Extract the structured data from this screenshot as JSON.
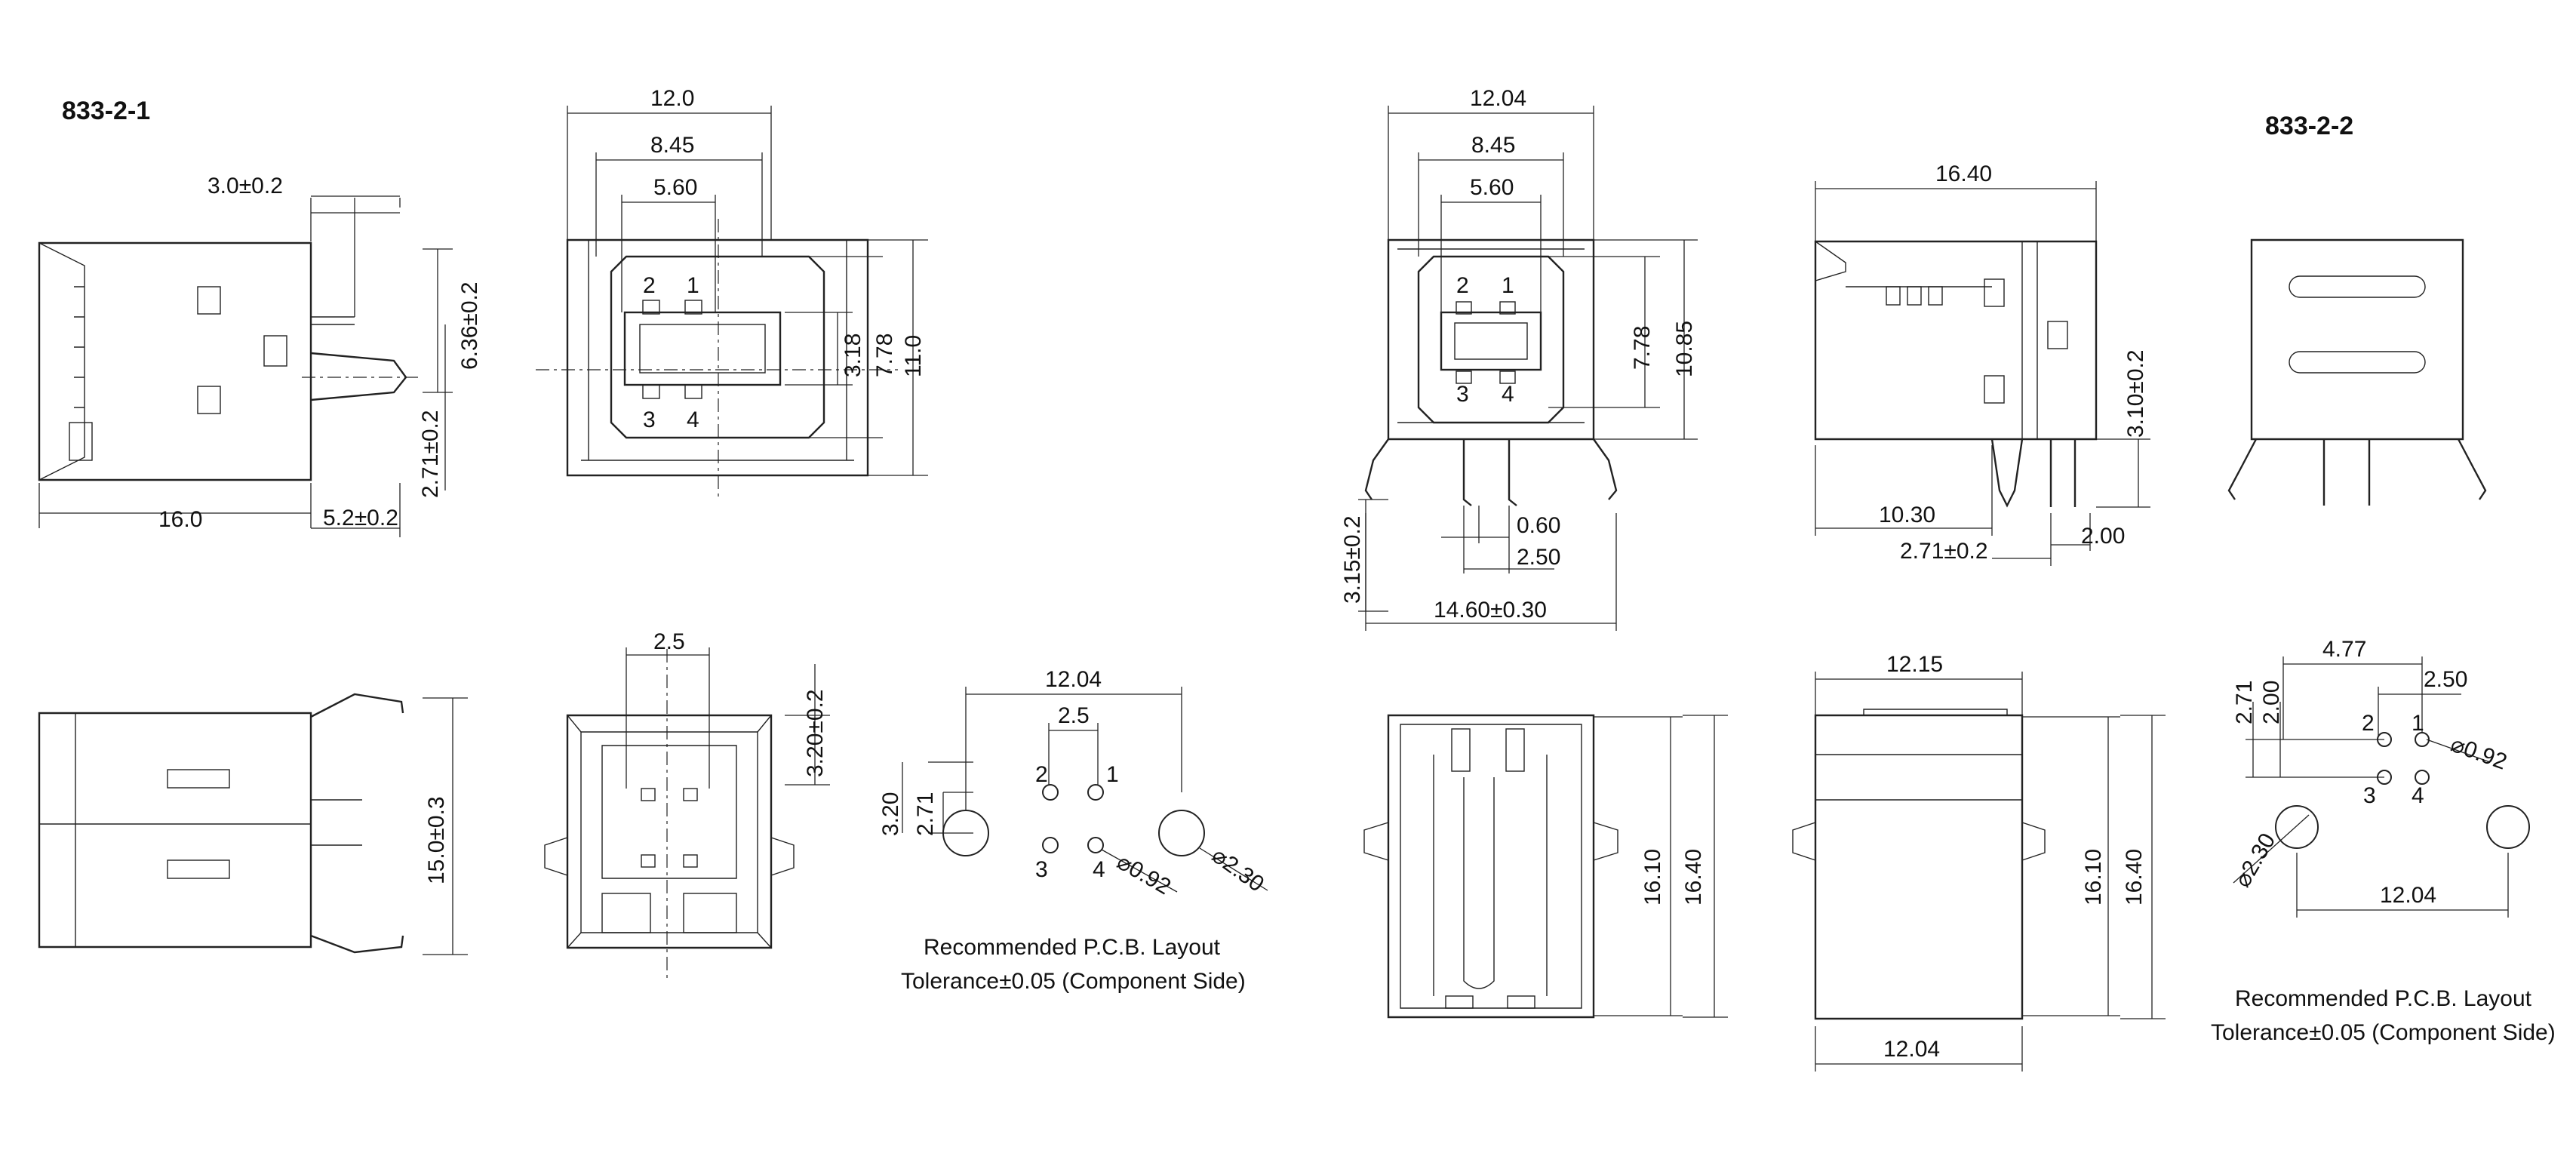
{
  "models": {
    "left": "833-2-1",
    "right": "833-2-2"
  },
  "dims_left": {
    "a30": "3.0±0.2",
    "a636": "6.36±0.2",
    "a271": "2.71±0.2",
    "a160": "16.0",
    "a52": "5.2±0.2",
    "f120": "12.0",
    "f845": "8.45",
    "f560": "5.60",
    "f318": "3.18",
    "f778": "7.78",
    "f110": "11.0",
    "b25": "2.5",
    "b320": "3.20±0.2",
    "s150": "15.0±0.3"
  },
  "pcb_left": {
    "w": "12.04",
    "p": "2.5",
    "h1": "3.20",
    "h2": "2.71",
    "d1": "⌀0.92",
    "d2": "⌀2.30",
    "pin1": "1",
    "pin2": "2",
    "pin3": "3",
    "pin4": "4",
    "note1": "Recommended P.C.B. Layout",
    "note2": "Tolerance±0.05 (Component Side)"
  },
  "dims_right": {
    "f1204": "12.04",
    "f845": "8.45",
    "f560": "5.60",
    "f778": "7.78",
    "f1085": "10.85",
    "f315": "3.15±0.2",
    "f060": "0.60",
    "f250": "2.50",
    "f1460": "14.60±0.30",
    "s1640": "16.40",
    "s310": "3.10±0.2",
    "s1030": "10.30",
    "s271": "2.71±0.2",
    "s200": "2.00",
    "b1610": "16.10",
    "b1640": "16.40",
    "t1215": "12.15",
    "t1610": "16.10",
    "t1640": "16.40",
    "t1204": "12.04"
  },
  "pcb_right": {
    "w": "12.04",
    "a477": "4.77",
    "a250": "2.50",
    "h271": "2.71",
    "h200": "2.00",
    "d1": "⌀0.92",
    "d2": "⌀2.30",
    "pin1": "1",
    "pin2": "2",
    "pin3": "3",
    "pin4": "4",
    "note1": "Recommended P.C.B. Layout",
    "note2": "Tolerance±0.05 (Component Side)"
  },
  "pins": {
    "p1": "1",
    "p2": "2",
    "p3": "3",
    "p4": "4"
  }
}
